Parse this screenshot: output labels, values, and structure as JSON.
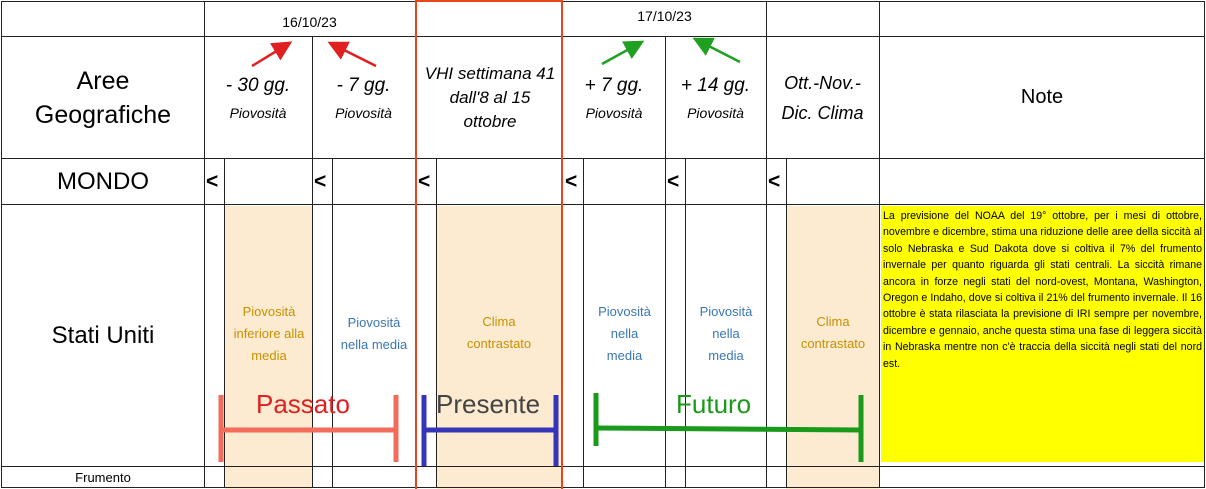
{
  "header": {
    "col_area": "Aree Geografiche",
    "date_left": "16/10/23",
    "date_right": "17/10/23",
    "col1_top": "- 30 gg.",
    "col1_bottom": "Piovosità",
    "col2_top": "- 7 gg.",
    "col2_bottom": "Piovosità",
    "col3_lines": "VHI settimana 41 dall'8 al 15 ottobre",
    "col4_top": "+ 7 gg.",
    "col4_bottom": "Piovosità",
    "col5_top": "+ 14 gg.",
    "col5_bottom": "Piovosità",
    "col6": "Ott.-Nov.-Dic. Clima",
    "col_note": "Note"
  },
  "rows": {
    "mondo": {
      "label": "MONDO",
      "marks": [
        "<",
        "<",
        "<",
        "<",
        "<",
        "<"
      ]
    },
    "usa": {
      "label": "Stati Uniti",
      "cells": [
        "Piovosità inferiore alla media",
        "Piovosità nella media",
        "Clima contrastato",
        "Piovosità nella media",
        "Piovosità nella media",
        "Clima contrastato"
      ],
      "note": "La previsione del NOAA del 19° ottobre, per i mesi di ottobre, novembre e dicembre, stima una riduzione delle aree della siccità al solo Nebraska e Sud Dakota dove si coltiva il 7% del frumento invernale per quanto riguarda gli stati centrali. La siccità rimane ancora in forze negli stati del nord-ovest, Montana, Washington, Oregon e Indaho, dove si coltiva il 21% del frumento invernale. Il 16 ottobre è stata rilasciata la previsione di IRI sempre per novembre, dicembre e gennaio, anche questa stima una fase di leggera siccità in Nebraska mentre non c'è traccia della siccità negli stati del nord est."
    },
    "frumento": {
      "label": "Frumento"
    }
  },
  "timeline": {
    "past": "Passato",
    "present": "Presente",
    "future": "Futuro",
    "colors": {
      "past": "#f26b5b",
      "present": "#3535b8",
      "future": "#1a9a1a",
      "past_text": "#e02020",
      "present_text": "#444444",
      "future_text": "#1a9a1a",
      "arrow_red": "#e02020",
      "arrow_green": "#20a020",
      "highlight": "#e8451c",
      "note_bg": "#ffff00"
    }
  }
}
